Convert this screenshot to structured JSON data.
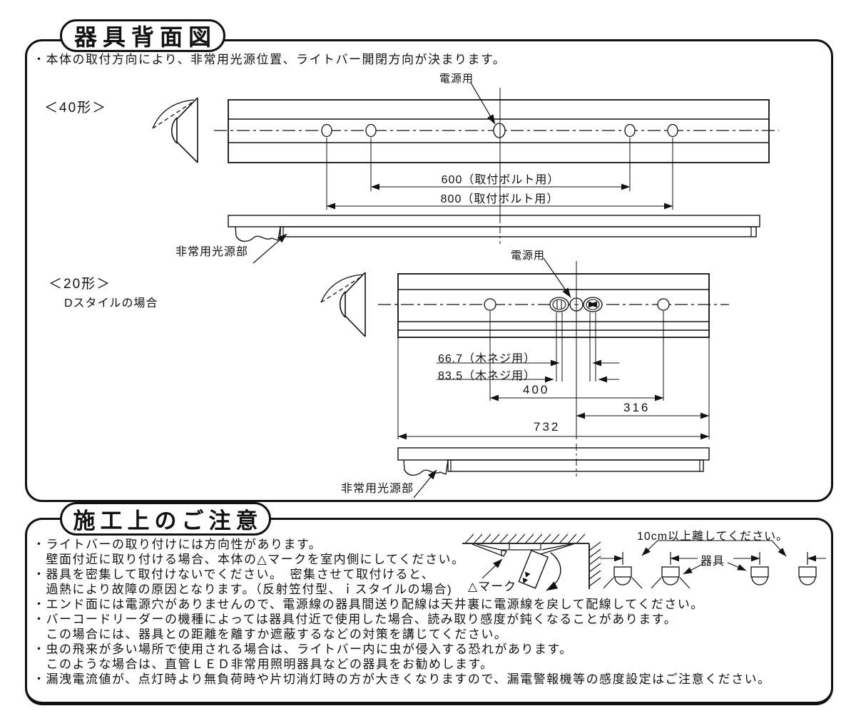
{
  "rear_view": {
    "title": "器具背面図",
    "bullet": "・本体の取付方向により、非常用光源位置、ライトバー開閉方向が決まります。",
    "type40": {
      "label": "＜40形＞",
      "power_label": "電源用",
      "dim_600": "600（取付ボルト用）",
      "dim_800": "800（取付ボルト用）",
      "emergency_label": "非常用光源部"
    },
    "type20": {
      "label": "＜20形＞",
      "sub_label": "Dスタイルの場合",
      "power_label": "電源用",
      "dim_66_7": "66.7（木ネジ用）",
      "dim_83_5": "83.5（木ネジ用）",
      "dim_400": "400",
      "dim_316": "316",
      "dim_732": "732",
      "emergency_label": "非常用光源部"
    }
  },
  "notes": {
    "title": "施工上のご注意",
    "items": [
      "・ライトバーの取り付けには方向性があります。",
      "　壁面付近に取り付ける場合、本体の△マークを室内側にしてください。",
      "・器具を密集して取付けないでください。　密集させて取付けると、",
      "　過熱により故障の原因となります。（反射笠付型、ｉスタイルの場合)",
      "・エンド面には電源穴がありませんので、電源線の器具間送り配線は天井裏に電源線を戻して配線してください。",
      "・バーコードリーダーの機種によっては器具付近で使用した場合、読み取り感度が鈍くなることがあります。",
      "　この場合には、器具との距離を離すか遮蔽するなどの対策を講じてください。",
      "・虫の飛来が多い場所で使用される場合は、ライトバー内に虫が侵入する恐れがあります。",
      "　このような場合は、直管ＬＥＤ非常用照明器具などの器具をお勧めします。",
      "・漏洩電流値が、点灯時より無負荷時や片切消灯時の方が大きくなりますので、漏電警報機等の感度設定はご注意ください。"
    ],
    "triangle_mark_label": "△マーク",
    "spacing_note": "10cm以上離してください。",
    "fixture_label": "器具"
  },
  "colors": {
    "ink": "#111111",
    "paper": "#ffffff"
  }
}
